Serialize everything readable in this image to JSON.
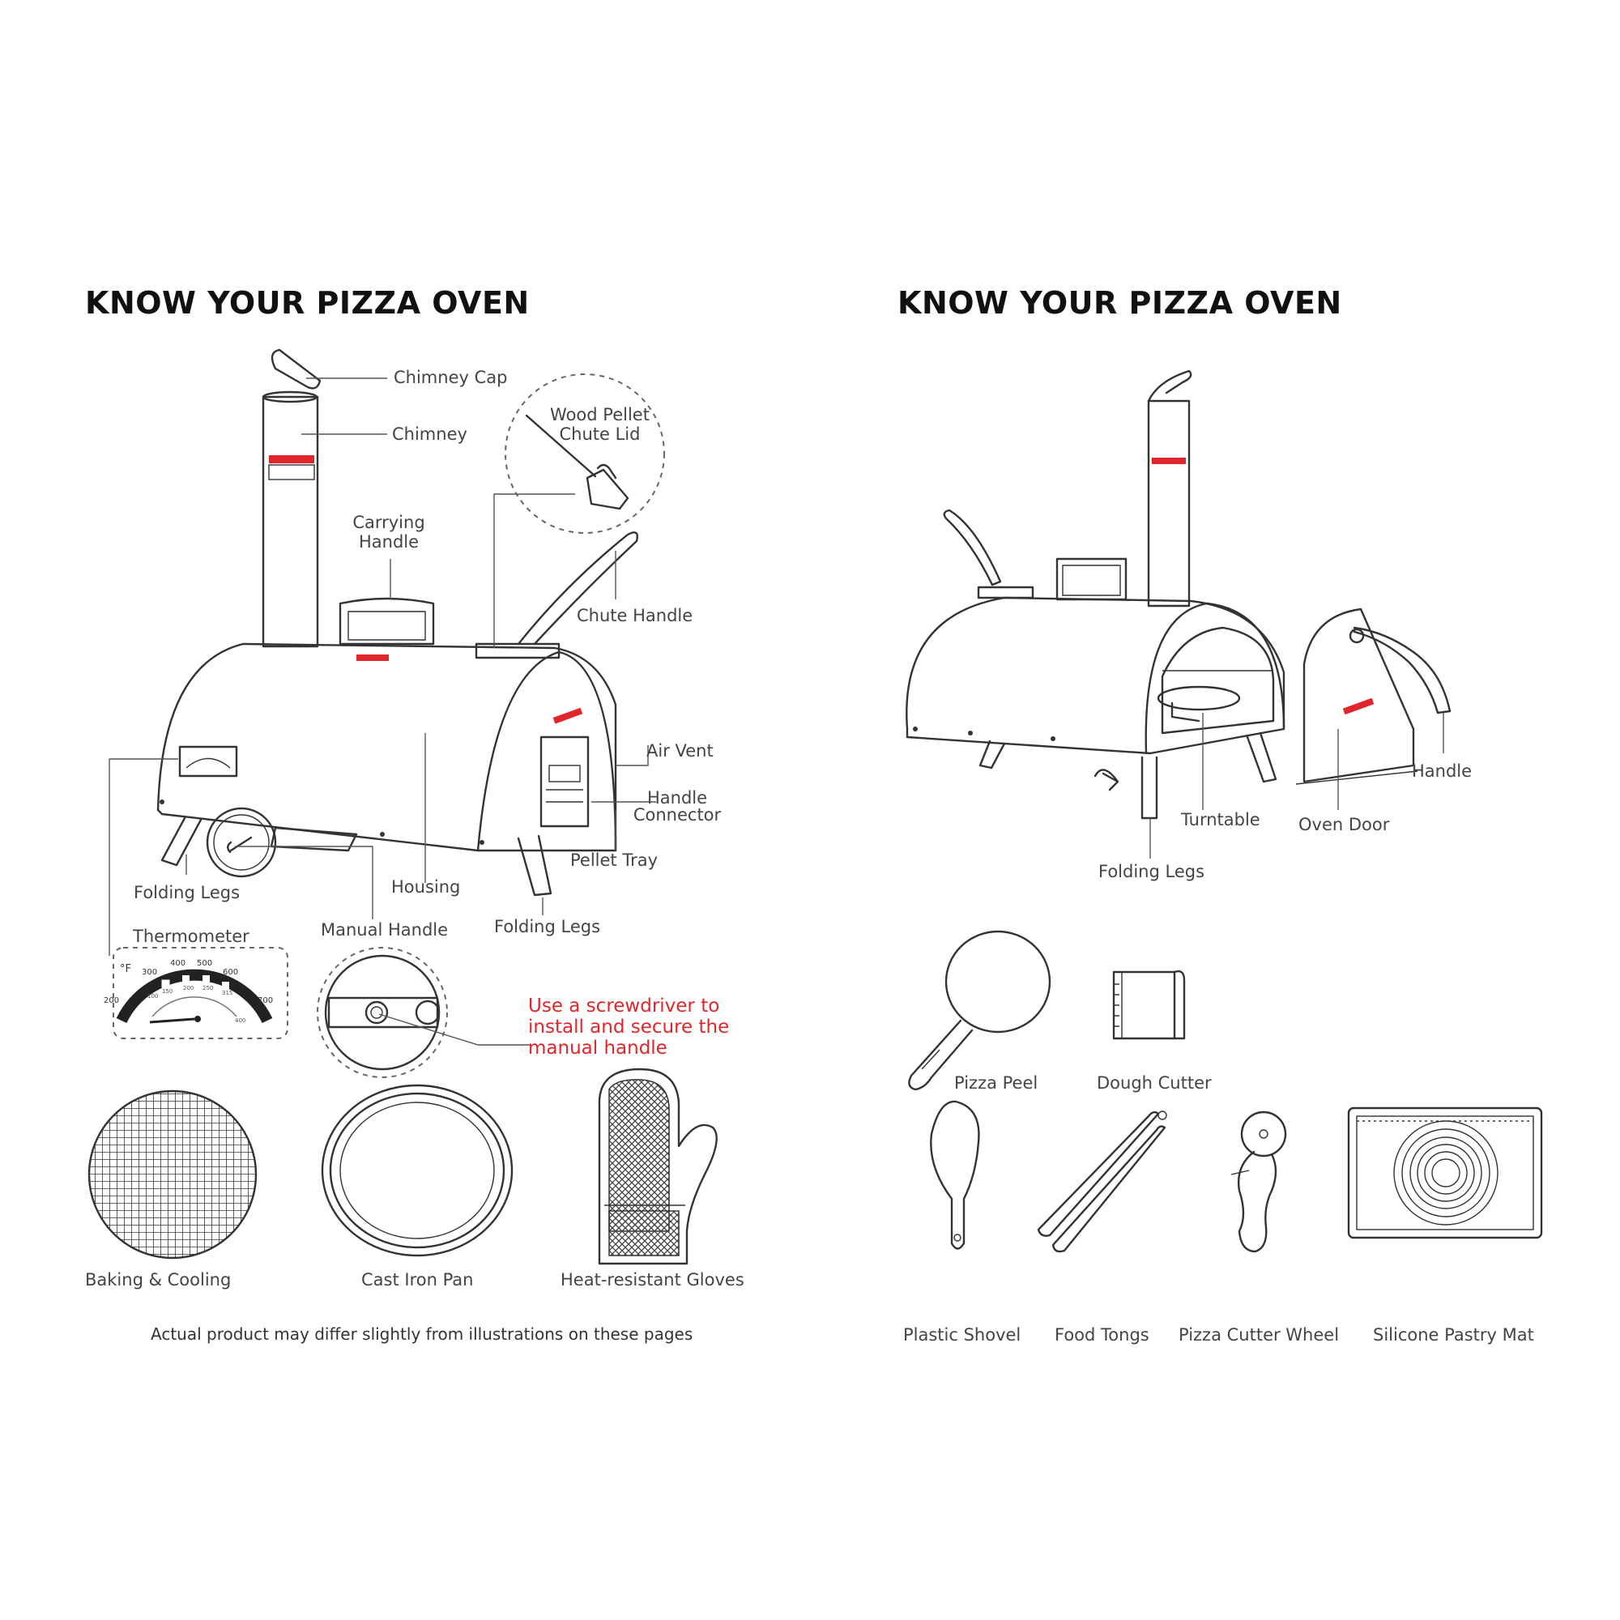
{
  "left_page": {
    "title": "KNOW YOUR PIZZA OVEN",
    "labels": {
      "chimney_cap": "Chimney Cap",
      "chimney": "Chimney",
      "wood_pellet_chute_lid": [
        "Wood Pellet",
        "Chute Lid"
      ],
      "carrying_handle": [
        "Carrying",
        "Handle"
      ],
      "chute_handle": "Chute Handle",
      "air_vent": "Air Vent",
      "handle_connector": [
        "Handle",
        "Connector"
      ],
      "pellet_tray": "Pellet Tray",
      "folding_legs_left": "Folding Legs",
      "housing": "Housing",
      "folding_legs_right": "Folding Legs",
      "thermometer": "Thermometer",
      "manual_handle": "Manual Handle"
    },
    "thermometer_gauge": {
      "unit": "°F",
      "outer_ticks": [
        "200",
        "300",
        "400",
        "500",
        "600",
        "700"
      ],
      "inner_ticks": [
        "100",
        "150",
        "200",
        "250",
        "315",
        "400"
      ]
    },
    "warning": [
      "Use a screwdriver to",
      "install and secure the",
      "manual handle"
    ],
    "accessories": [
      "Baking & Cooling",
      "Cast Iron Pan",
      "Heat-resistant Gloves"
    ],
    "footer": "Actual product may differ slightly from illustrations on these pages"
  },
  "right_page": {
    "title": "KNOW YOUR PIZZA OVEN",
    "labels": {
      "handle": "Handle",
      "turntable": "Turntable",
      "oven_door": "Oven Door",
      "folding_legs": "Folding Legs"
    },
    "accessories_row1": [
      "Pizza Peel",
      "Dough Cutter"
    ],
    "accessories_row2": [
      "Plastic Shovel",
      "Food Tongs",
      "Pizza Cutter Wheel",
      "Silicone Pastry Mat"
    ]
  },
  "colors": {
    "warning_red": "#e0262b",
    "line": "#333333",
    "text": "#444444"
  }
}
